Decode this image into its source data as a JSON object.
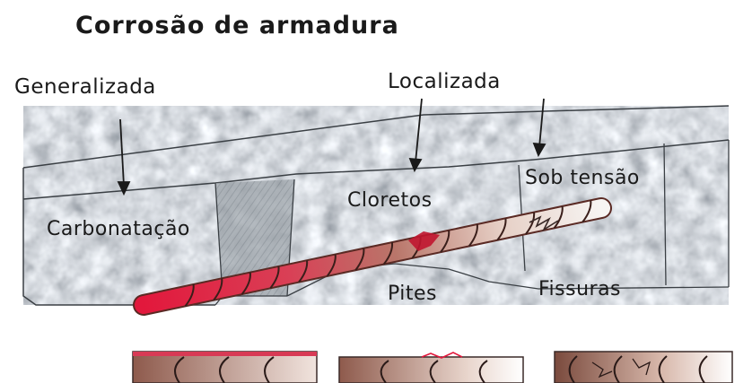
{
  "title": "Corrosão de armadura",
  "labels": {
    "generalizada": "Generalizada",
    "localizada": "Localizada",
    "sob_tensao": "Sob tensão",
    "carbonatacao": "Carbonatação",
    "cloretos": "Cloretos",
    "pites": "Pites",
    "fissuras": "Fissuras"
  },
  "colors": {
    "concrete": "#8b949b",
    "rebar_carbonation": "#e2183c",
    "rebar_chloride": "#b9766a",
    "rebar_stress": "#f4f1ee"
  }
}
